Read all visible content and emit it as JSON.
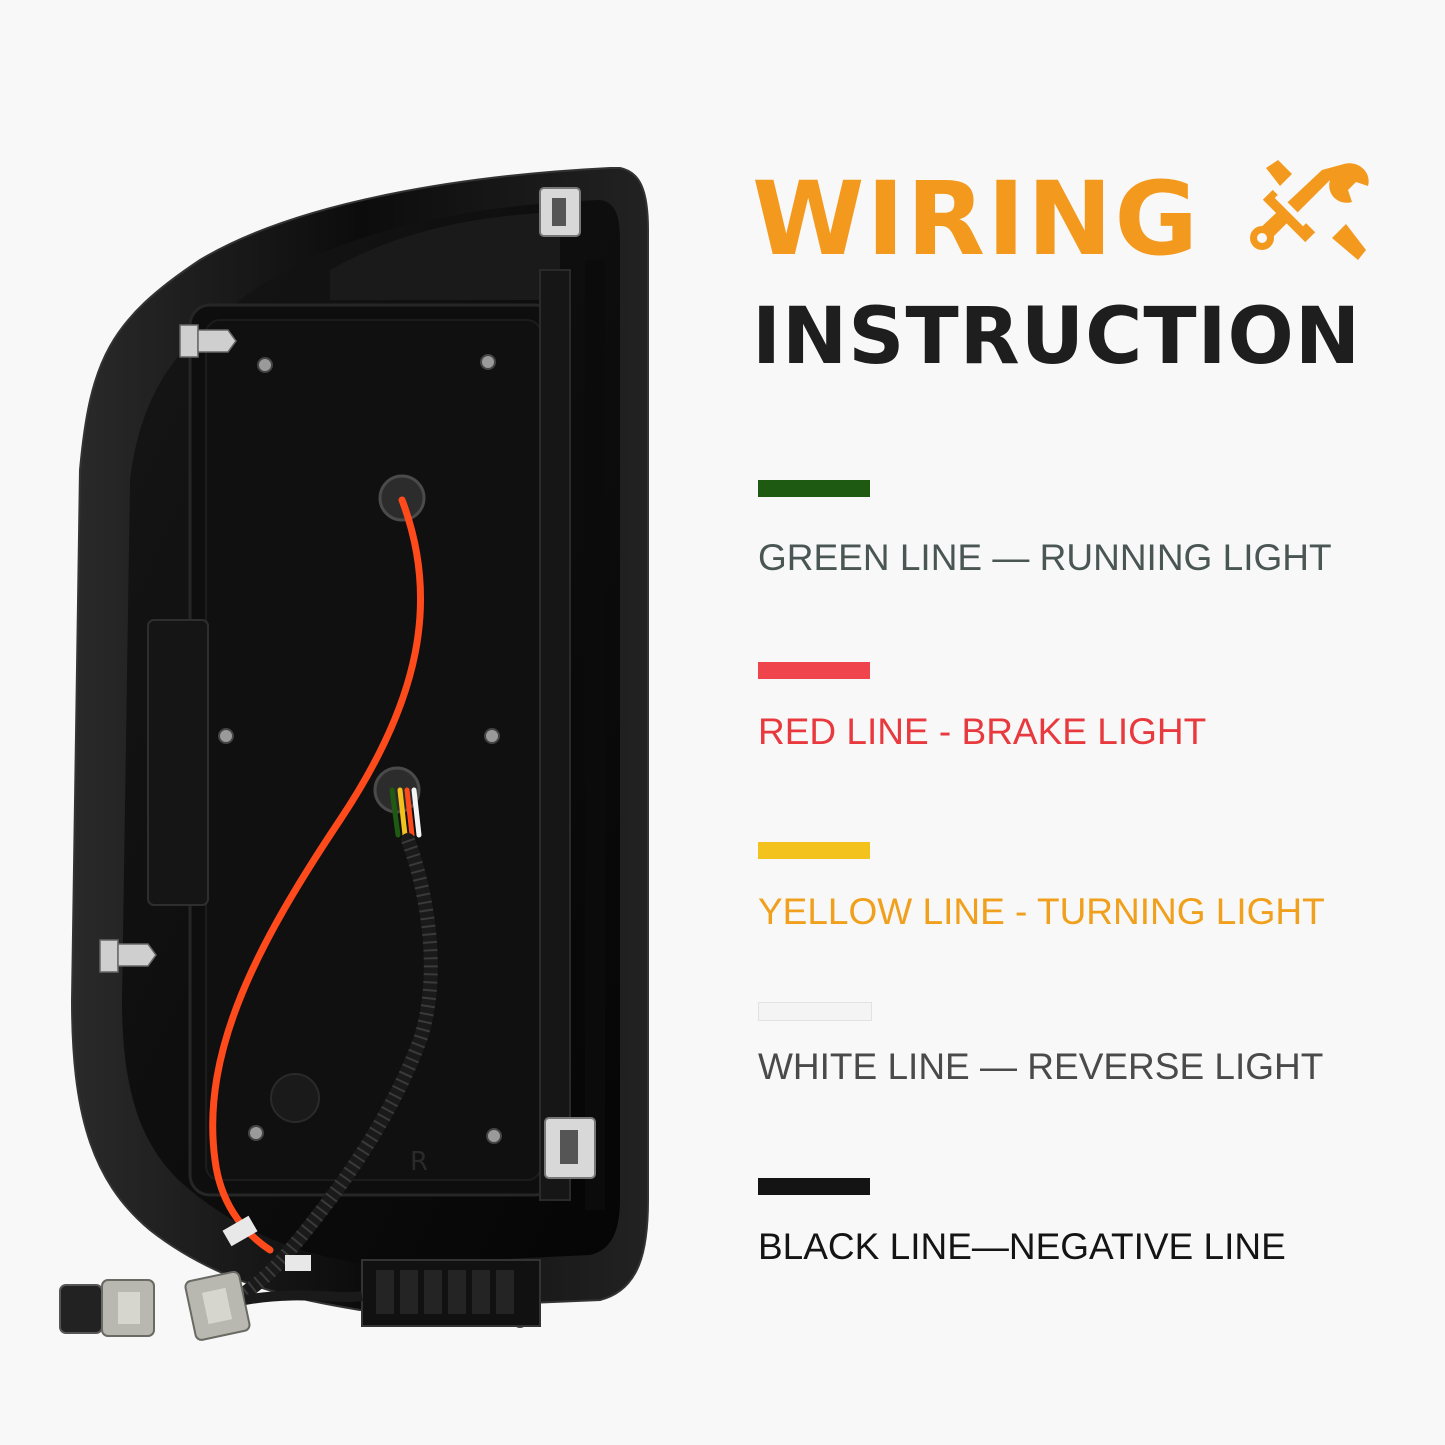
{
  "heading": {
    "title_line1": "WIRING",
    "title_line2": "INSTRUCTION",
    "icon": "wrench-screwdriver-icon",
    "title_line1_color": "#f39a1e",
    "title_line2_color": "#1e1e1e"
  },
  "legend": [
    {
      "label": "GREEN LINE — RUNNING LIGHT",
      "swatch_color": "#1f5a12",
      "text_color": "#4a5654"
    },
    {
      "label": "RED LINE - BRAKE LIGHT",
      "swatch_color": "#f0444c",
      "text_color": "#e83a3e"
    },
    {
      "label": "YELLOW LINE - TURNING LIGHT",
      "swatch_color": "#f4c21c",
      "text_color": "#f0a01c"
    },
    {
      "label": "WHITE LINE  — REVERSE LIGHT",
      "swatch_color": "#f4f4f4",
      "text_color": "#4a4a4a"
    },
    {
      "label": "BLACK LINE—NEGATIVE LINE",
      "swatch_color": "#141414",
      "text_color": "#141414"
    }
  ],
  "product": {
    "image": "tail-light-rear-housing",
    "housing_mark": "R",
    "wire_colors": [
      "#ff4a1c",
      "#1f5a12",
      "#f4c21c",
      "#f4f4f4",
      "#141414"
    ]
  }
}
